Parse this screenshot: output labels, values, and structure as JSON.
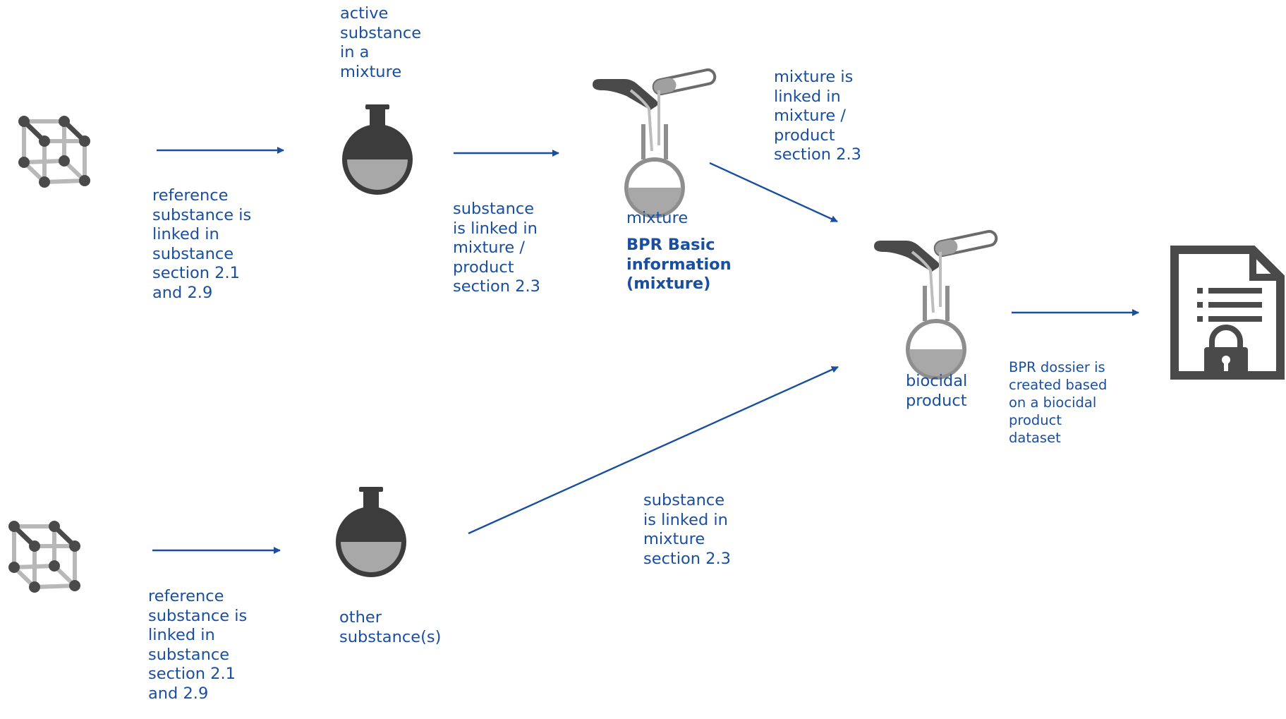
{
  "labels": {
    "active_substance": "active\nsubstance\nin a\nmixture",
    "ref_link_top": "reference\nsubstance is\nlinked in\nsubstance\nsection 2.1\nand 2.9",
    "substance_link_mixture_product": "substance\nis linked in\nmixture /\nproduct\nsection 2.3",
    "mixture": "mixture",
    "bpr_basic_info": "BPR Basic\ninformation\n(mixture)",
    "mixture_link": "mixture is\nlinked in\nmixture /\nproduct\nsection 2.3",
    "biocidal_product": "biocidal\nproduct",
    "bpr_dossier": "BPR dossier is\ncreated based\non a biocidal\nproduct\ndataset",
    "substance_link_mixture": "substance\nis linked in\nmixture\nsection 2.3",
    "ref_link_bottom": "reference\nsubstance is\nlinked in\nsubstance\nsection 2.1\nand 2.9",
    "other_substances": "other\nsubstance(s)"
  },
  "icons": [
    "cube-molecule-icon",
    "round-flask-icon",
    "mixing-flask-icon",
    "locked-document-icon"
  ],
  "colors": {
    "text": "#1a4fa0",
    "arrow": "#1a4fa0",
    "icon_dark": "#4a4a4a",
    "icon_light": "#a0a0a0",
    "icon_mid": "#8e8e8e"
  }
}
